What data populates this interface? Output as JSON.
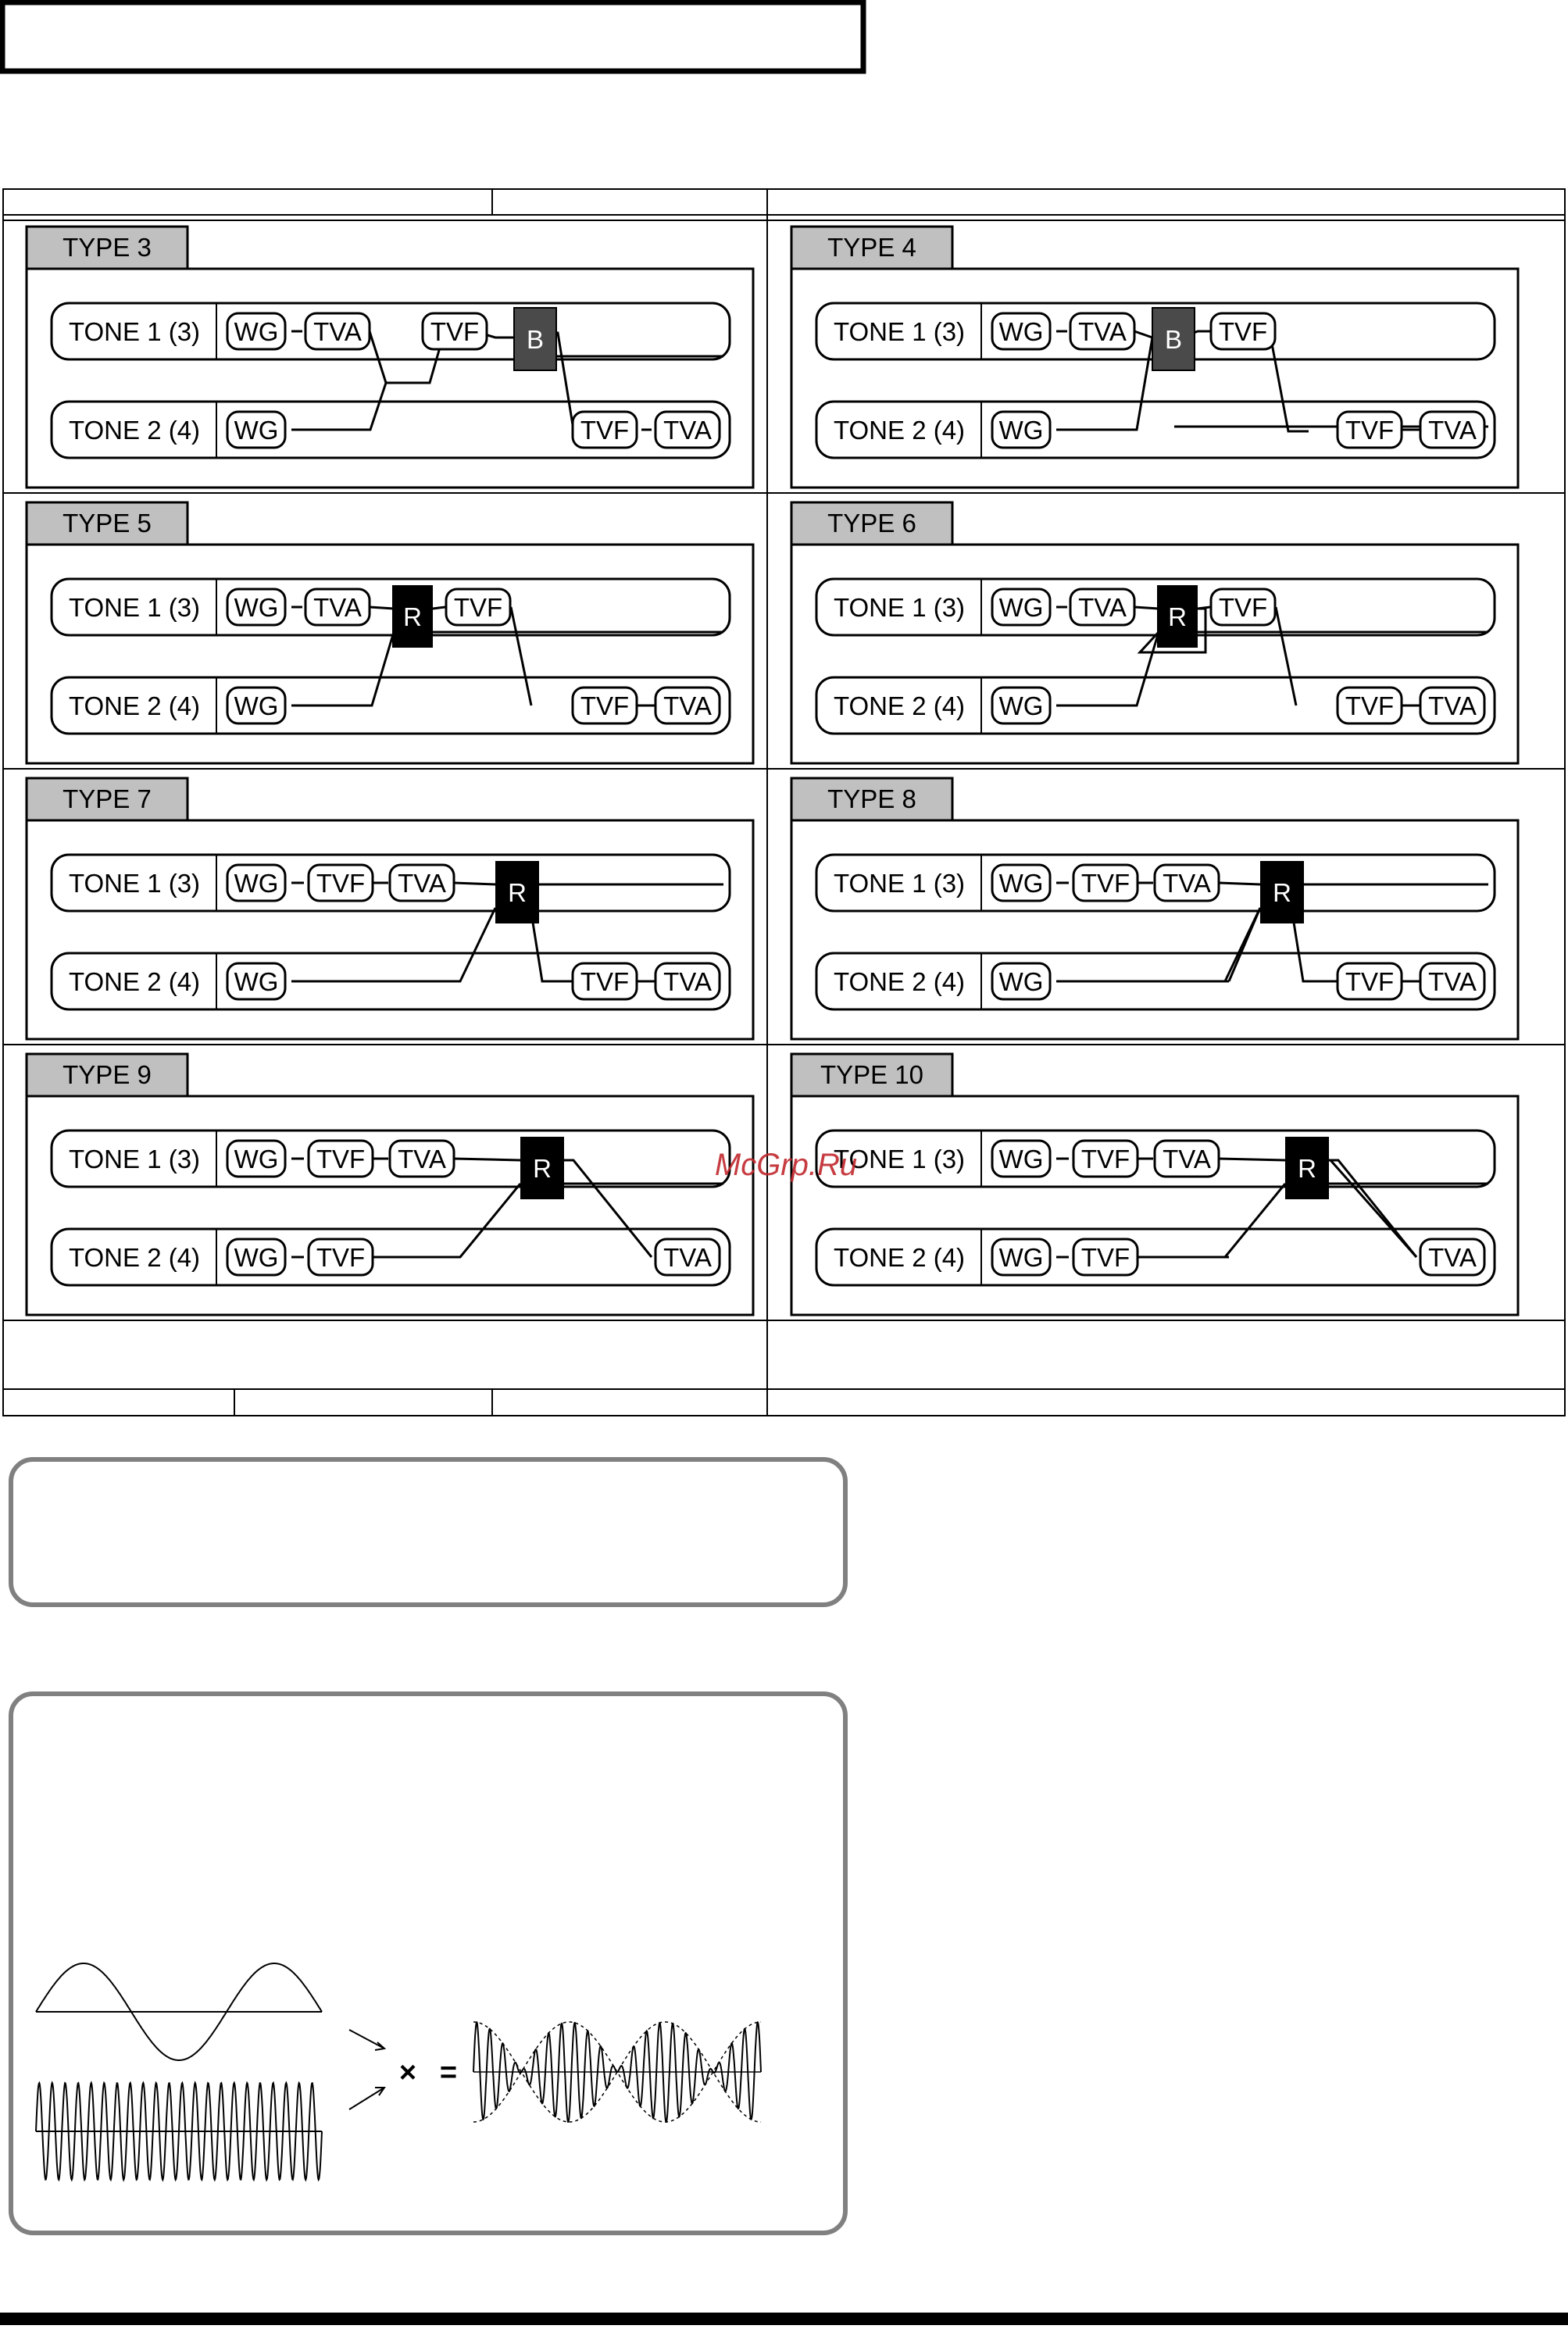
{
  "header_box_text": "",
  "watermark": "McGrp.Ru",
  "diagrams": [
    {
      "type_label": "TYPE 3",
      "tone1_label": "TONE 1 (3)",
      "tone2_label": "TONE 2 (4)",
      "top_chain": [
        "WG",
        "TVA",
        "TVF"
      ],
      "bottom_chain": [
        "WG",
        "TVF",
        "TVA"
      ],
      "mixer": "B"
    },
    {
      "type_label": "TYPE 4",
      "tone1_label": "TONE 1 (3)",
      "tone2_label": "TONE 2 (4)",
      "top_chain": [
        "WG",
        "TVA",
        "TVF"
      ],
      "bottom_chain": [
        "WG",
        "TVF",
        "TVA"
      ],
      "mixer": "B"
    },
    {
      "type_label": "TYPE 5",
      "tone1_label": "TONE 1 (3)",
      "tone2_label": "TONE 2 (4)",
      "top_chain": [
        "WG",
        "TVA",
        "TVF"
      ],
      "bottom_chain": [
        "WG",
        "TVF",
        "TVA"
      ],
      "mixer": "R"
    },
    {
      "type_label": "TYPE 6",
      "tone1_label": "TONE 1 (3)",
      "tone2_label": "TONE 2 (4)",
      "top_chain": [
        "WG",
        "TVA",
        "TVF"
      ],
      "bottom_chain": [
        "WG",
        "TVF",
        "TVA"
      ],
      "mixer": "R"
    },
    {
      "type_label": "TYPE 7",
      "tone1_label": "TONE 1 (3)",
      "tone2_label": "TONE 2 (4)",
      "top_chain": [
        "WG",
        "TVF",
        "TVA"
      ],
      "bottom_chain": [
        "WG",
        "TVF",
        "TVA"
      ],
      "mixer": "R"
    },
    {
      "type_label": "TYPE 8",
      "tone1_label": "TONE 1 (3)",
      "tone2_label": "TONE 2 (4)",
      "top_chain": [
        "WG",
        "TVF",
        "TVA"
      ],
      "bottom_chain": [
        "WG",
        "TVF",
        "TVA"
      ],
      "mixer": "R"
    },
    {
      "type_label": "TYPE 9",
      "tone1_label": "TONE 1 (3)",
      "tone2_label": "TONE 2 (4)",
      "top_chain": [
        "WG",
        "TVF",
        "TVA"
      ],
      "bottom_chain": [
        "WG",
        "TVF",
        "TVA"
      ],
      "mixer": "R"
    },
    {
      "type_label": "TYPE 10",
      "tone1_label": "TONE 1 (3)",
      "tone2_label": "TONE 2 (4)",
      "top_chain": [
        "WG",
        "TVF",
        "TVA"
      ],
      "bottom_chain": [
        "WG",
        "TVF",
        "TVA"
      ],
      "mixer": "R"
    }
  ],
  "ring_mod_illustration": {
    "multiply_symbol": "×",
    "equals_symbol": "="
  },
  "colors": {
    "tab_fill": "#c0c0c0",
    "booster_fill": "#4a4a4a",
    "ring_fill": "#000000",
    "panel_border": "#808080",
    "watermark": "#c0282d"
  }
}
